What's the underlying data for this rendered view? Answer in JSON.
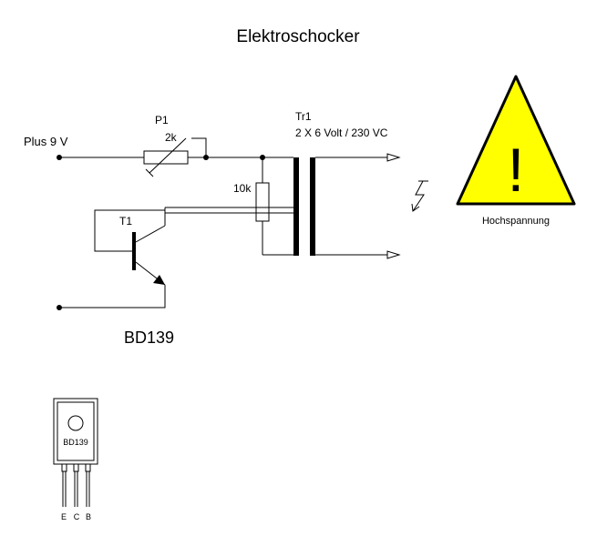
{
  "title": "Elektroschocker",
  "labels": {
    "supply": "Plus 9 V",
    "pot_name": "P1",
    "pot_value": "2k",
    "transformer_name": "Tr1",
    "transformer_spec": "2 X 6 Volt / 230 VC",
    "resistor_value": "10k",
    "transistor_name": "T1",
    "transistor_type": "BD139"
  },
  "warning": {
    "symbol": "!",
    "caption": "Hochspannung",
    "color": "#ffff00"
  },
  "package": {
    "marking": "BD139",
    "pins": [
      "E",
      "C",
      "B"
    ]
  }
}
